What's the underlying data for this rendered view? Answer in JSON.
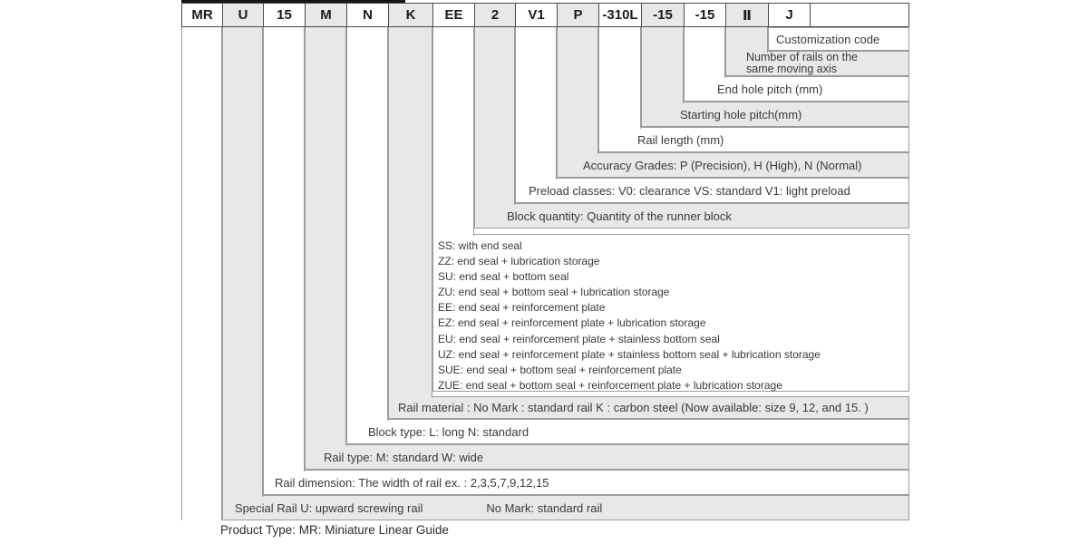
{
  "header": {
    "codes": [
      "MR",
      "U",
      "15",
      "M",
      "N",
      "K",
      "EE",
      "2",
      "V1",
      "P",
      "-310L",
      "-15",
      "-15",
      "Ⅱ",
      "J",
      ""
    ]
  },
  "legend": [
    {
      "code": "MR",
      "label": "Product Type: MR: Miniature Linear Guide"
    },
    {
      "code": "U",
      "label": "Special Rail U: upward screwing rail",
      "label2": "No Mark: standard rail"
    },
    {
      "code": "15",
      "label": "Rail dimension: The width of rail ex. : 2,3,5,7,9,12,15"
    },
    {
      "code": "M",
      "label": "Rail type: M: standard W: wide"
    },
    {
      "code": "N",
      "label": "Block type: L: long N: standard"
    },
    {
      "code": "K",
      "label": "Rail material :  No Mark : standard rail K : carbon steel (Now available: size 9, 12, and 15. )"
    },
    {
      "code": "EE",
      "lines": [
        "SS: with end seal",
        "ZZ: end seal + lubrication storage",
        "SU: end seal + bottom seal",
        "ZU: end seal + bottom seal + lubrication storage",
        "EE: end seal + reinforcement plate",
        "EZ: end seal + reinforcement plate + lubrication storage",
        "EU: end seal + reinforcement plate + stainless bottom seal",
        "UZ: end seal + reinforcement plate + stainless bottom seal + lubrication storage",
        "SUE: end seal + bottom seal + reinforcement plate",
        "ZUE: end seal + bottom seal + reinforcement plate + lubrication storage"
      ]
    },
    {
      "code": "2",
      "label": "Block quantity: Quantity of the runner block"
    },
    {
      "code": "V1",
      "label": "Preload classes: V0: clearance VS: standard V1: light preload"
    },
    {
      "code": "P",
      "label": "Accuracy Grades: P (Precision), H (High), N (Normal)"
    },
    {
      "code": "-310L",
      "label": "Rail length (mm)"
    },
    {
      "code": "-15",
      "label": "Starting hole pitch(mm)"
    },
    {
      "code": "-15",
      "label": "End hole pitch (mm)"
    },
    {
      "code": "Ⅱ",
      "label": "Number of rails on the",
      "label2": "same moving axis"
    },
    {
      "code": "J",
      "label": "Customization code"
    }
  ],
  "colors": {
    "band_gray": "#e8e8e8",
    "line_gray": "#9c9c9c",
    "header_line": "#4a4a4a",
    "text": "#3a3a3a"
  }
}
